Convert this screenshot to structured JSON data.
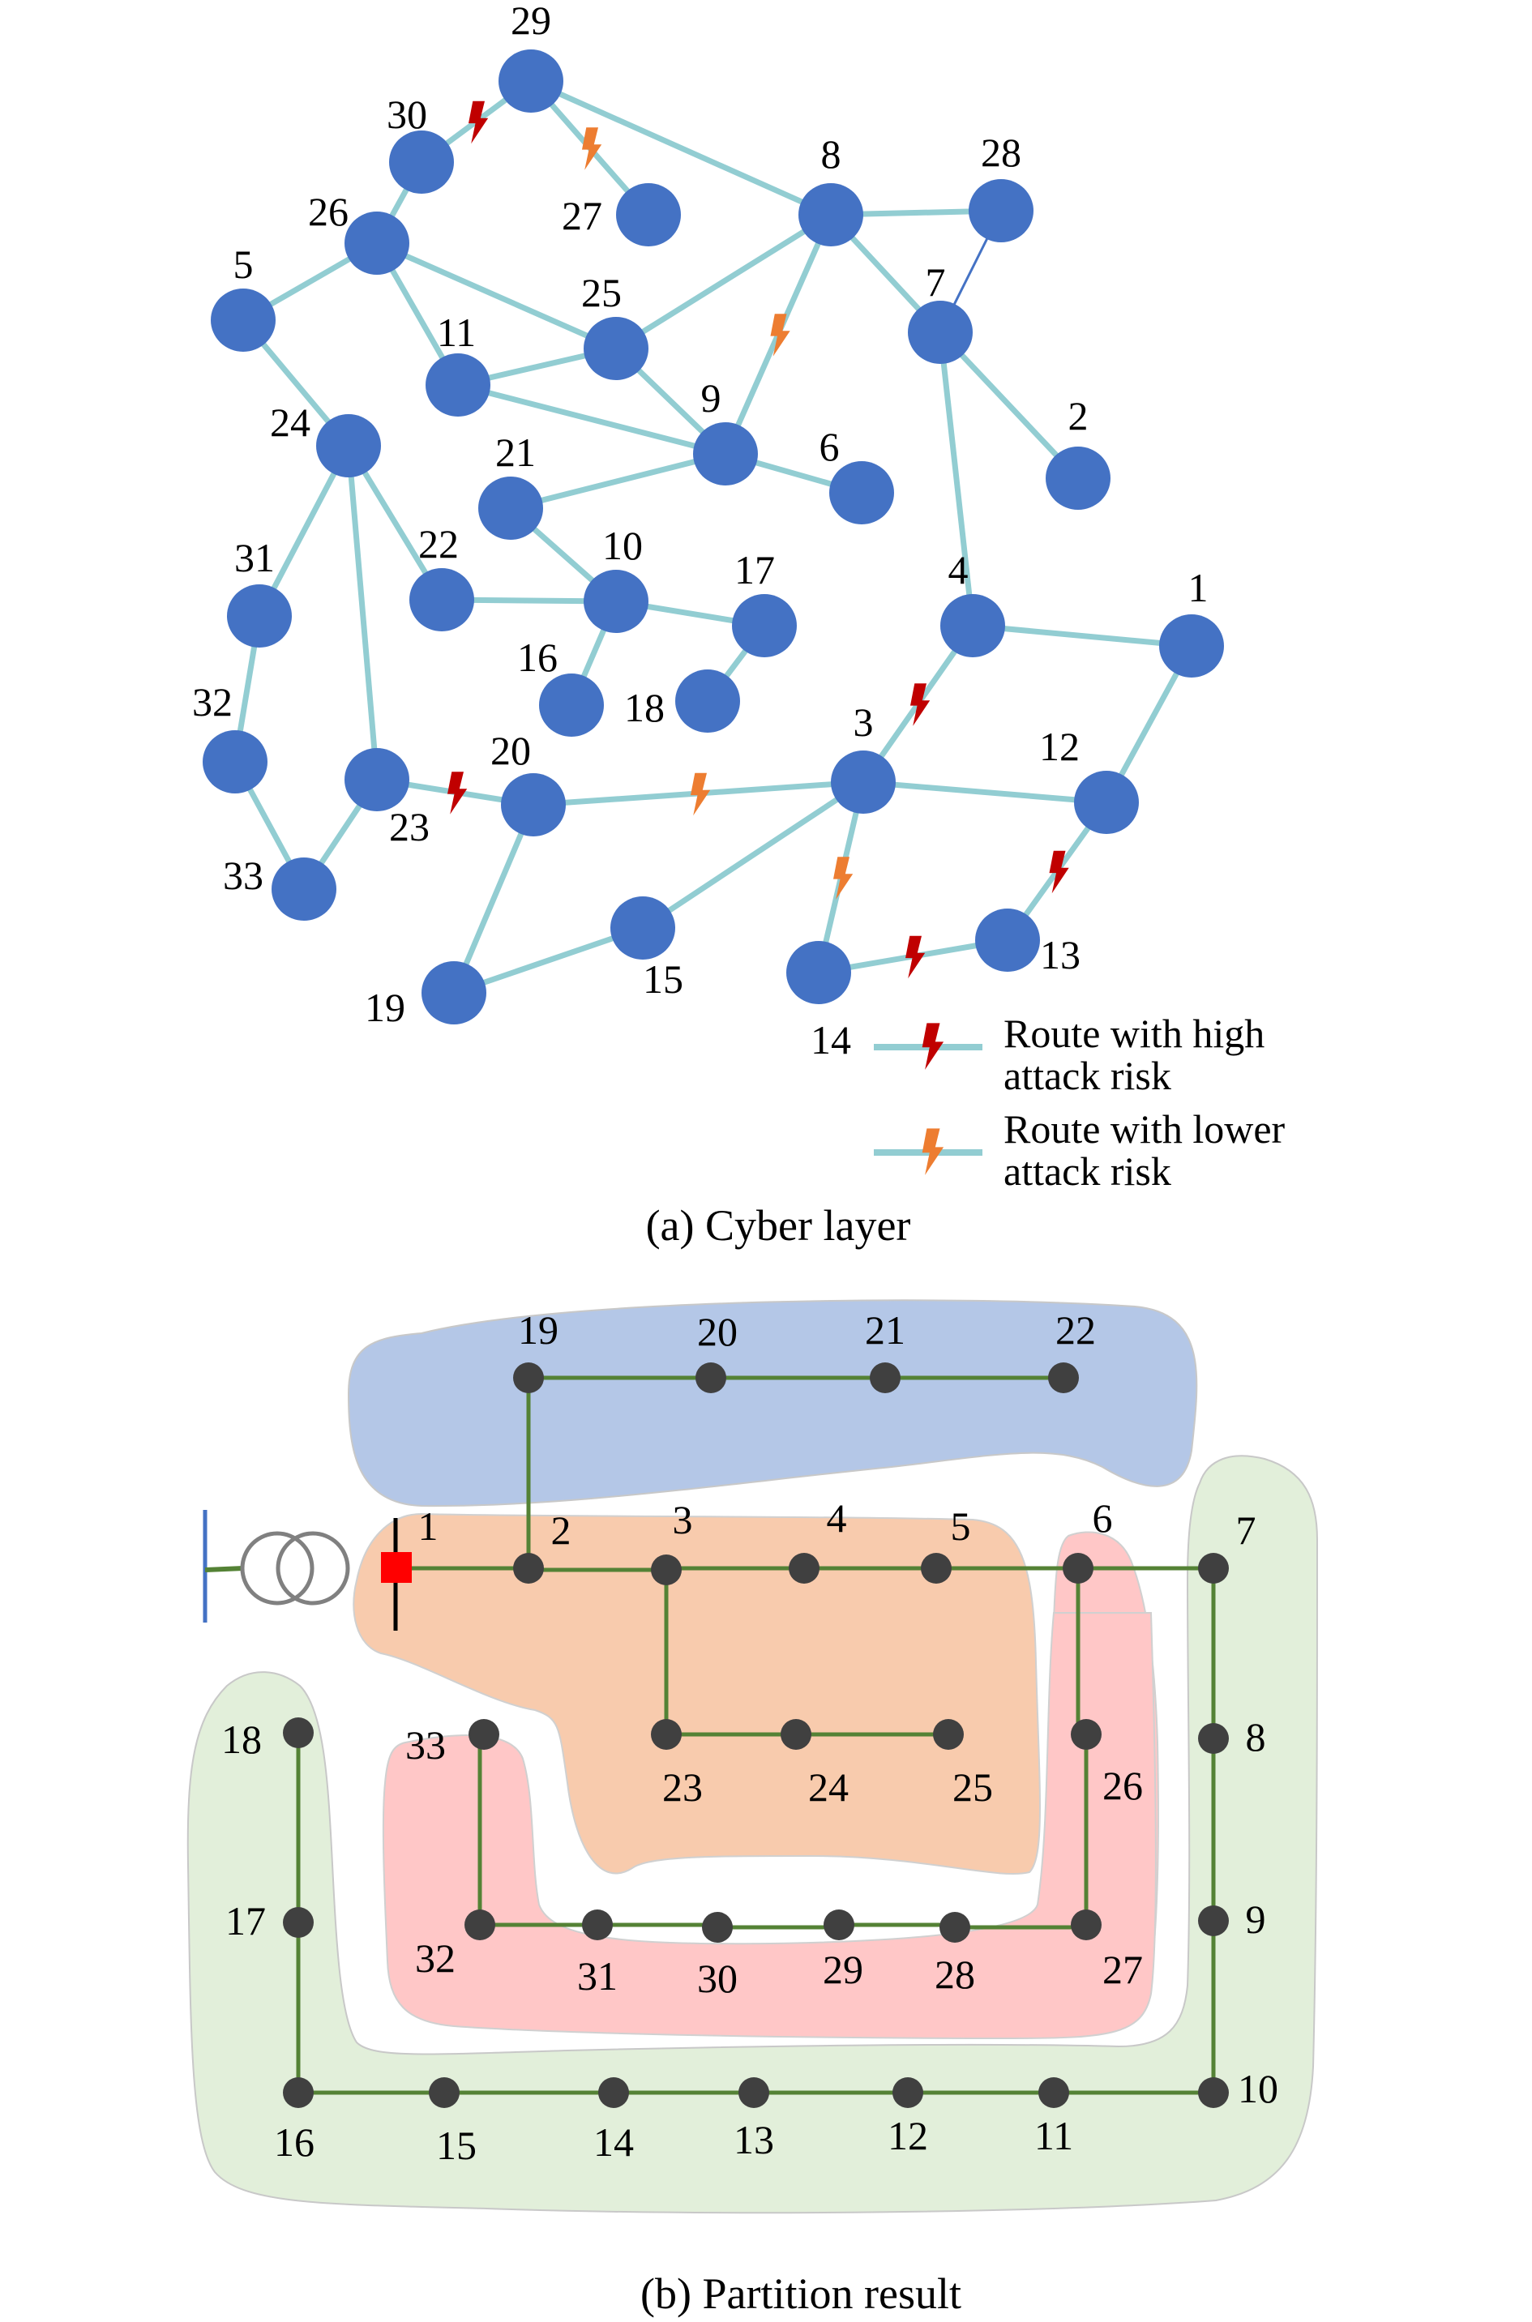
{
  "colors": {
    "cyber_node": "#4472C4",
    "cyber_edge": "#92CDD2",
    "cyber_edge_dark": "#4472C4",
    "high_risk": "#C00000",
    "low_risk": "#ED7D31",
    "power_line": "#548235",
    "power_node": "#404040",
    "source_bus": "#4472C4",
    "transformer": "#808080",
    "breaker": "#FF0000",
    "zone_blue": "#B4C7E7",
    "zone_peach": "#F8CBAD",
    "zone_pink": "#FFC7C7",
    "zone_green": "#E2EFDA"
  },
  "cyber_layer": {
    "caption": "(a) Cyber layer",
    "nodes": [
      {
        "id": "29"
      },
      {
        "id": "30"
      },
      {
        "id": "26"
      },
      {
        "id": "27"
      },
      {
        "id": "8"
      },
      {
        "id": "28"
      },
      {
        "id": "7"
      },
      {
        "id": "5"
      },
      {
        "id": "25"
      },
      {
        "id": "11"
      },
      {
        "id": "9"
      },
      {
        "id": "2"
      },
      {
        "id": "6"
      },
      {
        "id": "24"
      },
      {
        "id": "21"
      },
      {
        "id": "22"
      },
      {
        "id": "10"
      },
      {
        "id": "17"
      },
      {
        "id": "31"
      },
      {
        "id": "16"
      },
      {
        "id": "18"
      },
      {
        "id": "4"
      },
      {
        "id": "1"
      },
      {
        "id": "3"
      },
      {
        "id": "12"
      },
      {
        "id": "32"
      },
      {
        "id": "23"
      },
      {
        "id": "20"
      },
      {
        "id": "33"
      },
      {
        "id": "13"
      },
      {
        "id": "14"
      },
      {
        "id": "15"
      },
      {
        "id": "19"
      }
    ],
    "edges": [
      {
        "from": "29",
        "to": "30",
        "risk": "high"
      },
      {
        "from": "29",
        "to": "27",
        "risk": "low"
      },
      {
        "from": "29",
        "to": "8",
        "risk": "none"
      },
      {
        "from": "30",
        "to": "26",
        "risk": "none"
      },
      {
        "from": "26",
        "to": "5",
        "risk": "none"
      },
      {
        "from": "26",
        "to": "11",
        "risk": "none"
      },
      {
        "from": "26",
        "to": "25",
        "risk": "none"
      },
      {
        "from": "25",
        "to": "8",
        "risk": "none"
      },
      {
        "from": "25",
        "to": "11",
        "risk": "none"
      },
      {
        "from": "25",
        "to": "9",
        "risk": "none"
      },
      {
        "from": "11",
        "to": "9",
        "risk": "none"
      },
      {
        "from": "9",
        "to": "8",
        "risk": "low"
      },
      {
        "from": "9",
        "to": "21",
        "risk": "none"
      },
      {
        "from": "9",
        "to": "6",
        "risk": "none"
      },
      {
        "from": "8",
        "to": "28",
        "risk": "none"
      },
      {
        "from": "8",
        "to": "7",
        "risk": "none"
      },
      {
        "from": "28",
        "to": "7",
        "risk": "none",
        "style": "dark"
      },
      {
        "from": "7",
        "to": "2",
        "risk": "none"
      },
      {
        "from": "7",
        "to": "4",
        "risk": "none"
      },
      {
        "from": "5",
        "to": "24",
        "risk": "none"
      },
      {
        "from": "24",
        "to": "31",
        "risk": "none"
      },
      {
        "from": "24",
        "to": "22",
        "risk": "none"
      },
      {
        "from": "24",
        "to": "23",
        "risk": "none"
      },
      {
        "from": "21",
        "to": "10",
        "risk": "none"
      },
      {
        "from": "22",
        "to": "10",
        "risk": "none"
      },
      {
        "from": "10",
        "to": "17",
        "risk": "none"
      },
      {
        "from": "10",
        "to": "16",
        "risk": "none"
      },
      {
        "from": "17",
        "to": "18",
        "risk": "none"
      },
      {
        "from": "31",
        "to": "32",
        "risk": "none"
      },
      {
        "from": "32",
        "to": "33",
        "risk": "none"
      },
      {
        "from": "33",
        "to": "23",
        "risk": "none"
      },
      {
        "from": "23",
        "to": "20",
        "risk": "high"
      },
      {
        "from": "20",
        "to": "3",
        "risk": "low"
      },
      {
        "from": "20",
        "to": "19",
        "risk": "none"
      },
      {
        "from": "19",
        "to": "15",
        "risk": "none"
      },
      {
        "from": "15",
        "to": "3",
        "risk": "none"
      },
      {
        "from": "3",
        "to": "4",
        "risk": "high"
      },
      {
        "from": "4",
        "to": "1",
        "risk": "none"
      },
      {
        "from": "3",
        "to": "12",
        "risk": "none"
      },
      {
        "from": "1",
        "to": "12",
        "risk": "none"
      },
      {
        "from": "12",
        "to": "13",
        "risk": "high"
      },
      {
        "from": "3",
        "to": "14",
        "risk": "low"
      },
      {
        "from": "14",
        "to": "13",
        "risk": "high"
      }
    ],
    "legend": {
      "high": {
        "line1": "Route with high",
        "line2": "attack risk"
      },
      "low": {
        "line1": "Route with lower",
        "line2": "attack risk"
      }
    }
  },
  "partition": {
    "caption": "(b) Partition result",
    "zones": [
      {
        "name": "blue",
        "buses": [
          "19",
          "20",
          "21",
          "22"
        ]
      },
      {
        "name": "peach",
        "buses": [
          "1",
          "2",
          "3",
          "4",
          "5",
          "23",
          "24",
          "25"
        ]
      },
      {
        "name": "pink",
        "buses": [
          "6",
          "26",
          "27",
          "28",
          "29",
          "30",
          "31",
          "32",
          "33"
        ]
      },
      {
        "name": "green",
        "buses": [
          "7",
          "8",
          "9",
          "10",
          "11",
          "12",
          "13",
          "14",
          "15",
          "16",
          "17",
          "18"
        ]
      }
    ],
    "buses": [
      {
        "id": "1"
      },
      {
        "id": "2"
      },
      {
        "id": "3"
      },
      {
        "id": "4"
      },
      {
        "id": "5"
      },
      {
        "id": "6"
      },
      {
        "id": "7"
      },
      {
        "id": "8"
      },
      {
        "id": "9"
      },
      {
        "id": "10"
      },
      {
        "id": "11"
      },
      {
        "id": "12"
      },
      {
        "id": "13"
      },
      {
        "id": "14"
      },
      {
        "id": "15"
      },
      {
        "id": "16"
      },
      {
        "id": "17"
      },
      {
        "id": "18"
      },
      {
        "id": "19"
      },
      {
        "id": "20"
      },
      {
        "id": "21"
      },
      {
        "id": "22"
      },
      {
        "id": "23"
      },
      {
        "id": "24"
      },
      {
        "id": "25"
      },
      {
        "id": "26"
      },
      {
        "id": "27"
      },
      {
        "id": "28"
      },
      {
        "id": "29"
      },
      {
        "id": "30"
      },
      {
        "id": "31"
      },
      {
        "id": "32"
      },
      {
        "id": "33"
      }
    ],
    "lines": [
      [
        "1",
        "2"
      ],
      [
        "2",
        "3"
      ],
      [
        "3",
        "4"
      ],
      [
        "4",
        "5"
      ],
      [
        "5",
        "6"
      ],
      [
        "6",
        "7"
      ],
      [
        "7",
        "8"
      ],
      [
        "8",
        "9"
      ],
      [
        "9",
        "10"
      ],
      [
        "10",
        "11"
      ],
      [
        "11",
        "12"
      ],
      [
        "12",
        "13"
      ],
      [
        "13",
        "14"
      ],
      [
        "14",
        "15"
      ],
      [
        "15",
        "16"
      ],
      [
        "16",
        "17"
      ],
      [
        "17",
        "18"
      ],
      [
        "2",
        "19"
      ],
      [
        "19",
        "20"
      ],
      [
        "20",
        "21"
      ],
      [
        "21",
        "22"
      ],
      [
        "3",
        "23"
      ],
      [
        "23",
        "24"
      ],
      [
        "24",
        "25"
      ],
      [
        "6",
        "26"
      ],
      [
        "26",
        "27"
      ],
      [
        "27",
        "28"
      ],
      [
        "28",
        "29"
      ],
      [
        "29",
        "30"
      ],
      [
        "30",
        "31"
      ],
      [
        "31",
        "32"
      ],
      [
        "32",
        "33"
      ]
    ]
  }
}
